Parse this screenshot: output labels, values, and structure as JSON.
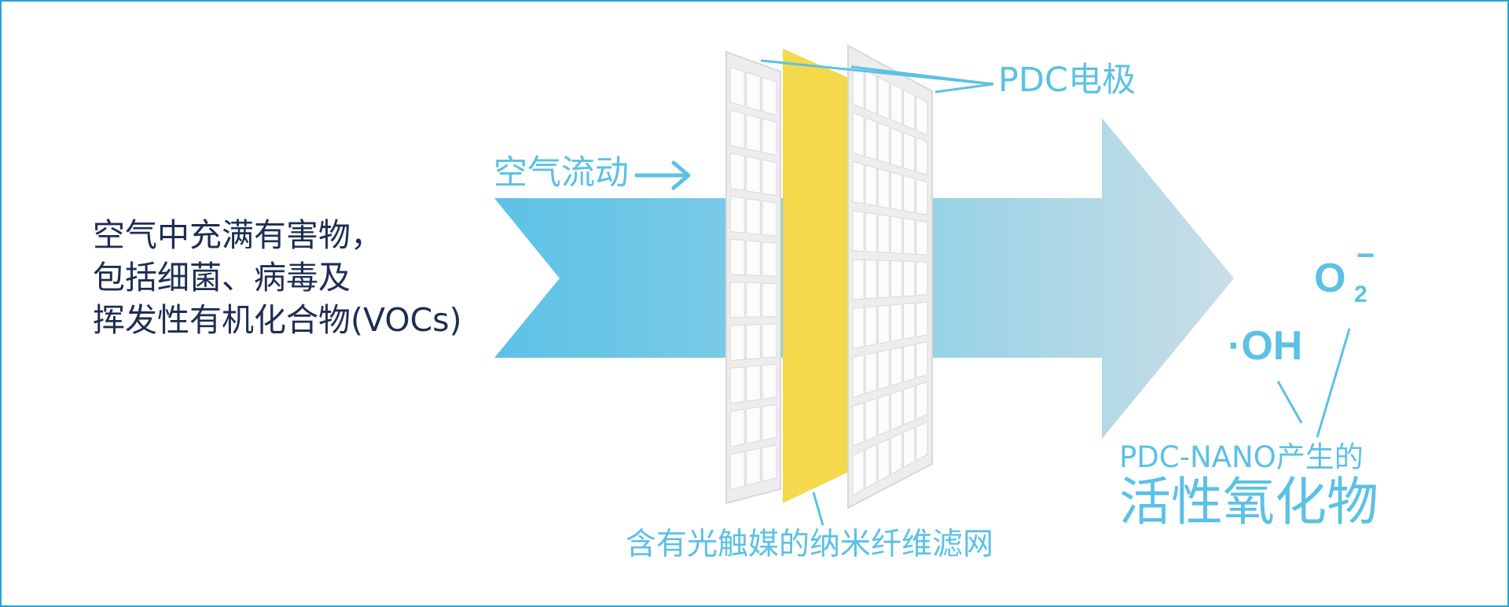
{
  "left_description": {
    "line1": "空气中充满有害物，",
    "line2": "包括细菌、病毒及",
    "line3": "挥发性有机化合物(VOCs)"
  },
  "airflow_label": "空气流动",
  "electrode_label": "PDC电极",
  "filter_label": "含有光触媒的纳米纤维滤网",
  "output": {
    "line1": "PDC-NANO产生的",
    "line2": "活性氧化物"
  },
  "species": {
    "o2": "O",
    "o2_subscript": "2",
    "o2_superscript": "−",
    "oh": "·OH"
  },
  "colors": {
    "accent_blue": "#5bc1e6",
    "arrow_light": "#c4dde6",
    "filter_yellow": "#f3d94b",
    "frame_gray": "#e6e6e6",
    "text_navy": "#1e2d55",
    "border": "#2aa3d4"
  }
}
